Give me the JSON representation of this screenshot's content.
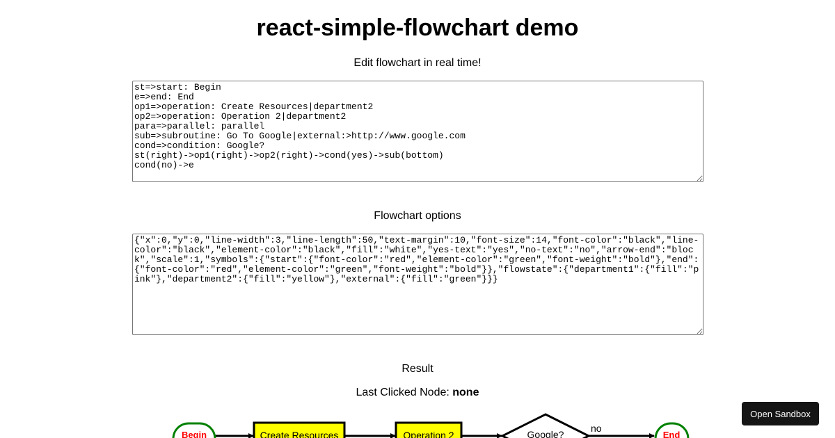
{
  "page": {
    "title": "react-simple-flowchart demo",
    "edit_label": "Edit flowchart in real time!",
    "options_label": "Flowchart options",
    "result_label": "Result",
    "last_clicked_label": "Last Clicked Node: ",
    "last_clicked_value": "none"
  },
  "code_editor": {
    "value": "st=>start: Begin\ne=>end: End\nop1=>operation: Create Resources|department2\nop2=>operation: Operation 2|department2\npara=>parallel: parallel\nsub=>subroutine: Go To Google|external:>http://www.google.com\ncond=>condition: Google?\nst(right)->op1(right)->op2(right)->cond(yes)->sub(bottom)\ncond(no)->e"
  },
  "options_editor": {
    "value": "{\"x\":0,\"y\":0,\"line-width\":3,\"line-length\":50,\"text-margin\":10,\"font-size\":14,\"font-color\":\"black\",\"line-color\":\"black\",\"element-color\":\"black\",\"fill\":\"white\",\"yes-text\":\"yes\",\"no-text\":\"no\",\"arrow-end\":\"block\",\"scale\":1,\"symbols\":{\"start\":{\"font-color\":\"red\",\"element-color\":\"green\",\"font-weight\":\"bold\"},\"end\":{\"font-color\":\"red\",\"element-color\":\"green\",\"font-weight\":\"bold\"}},\"flowstate\":{\"department1\":{\"fill\":\"pink\"},\"department2\":{\"fill\":\"yellow\"},\"external\":{\"fill\":\"green\"}}}"
  },
  "flowchart": {
    "start_label": "Begin",
    "op1_label": "Create Resources",
    "op2_label": "Operation 2",
    "cond_label": "Google?",
    "no_label": "no",
    "end_label": "End",
    "terminal_border_color": "#008000",
    "terminal_text_color": "#ff0000",
    "operation_fill": "#ffff00",
    "line_color": "#000000"
  },
  "sandbox": {
    "label": "Open Sandbox"
  }
}
